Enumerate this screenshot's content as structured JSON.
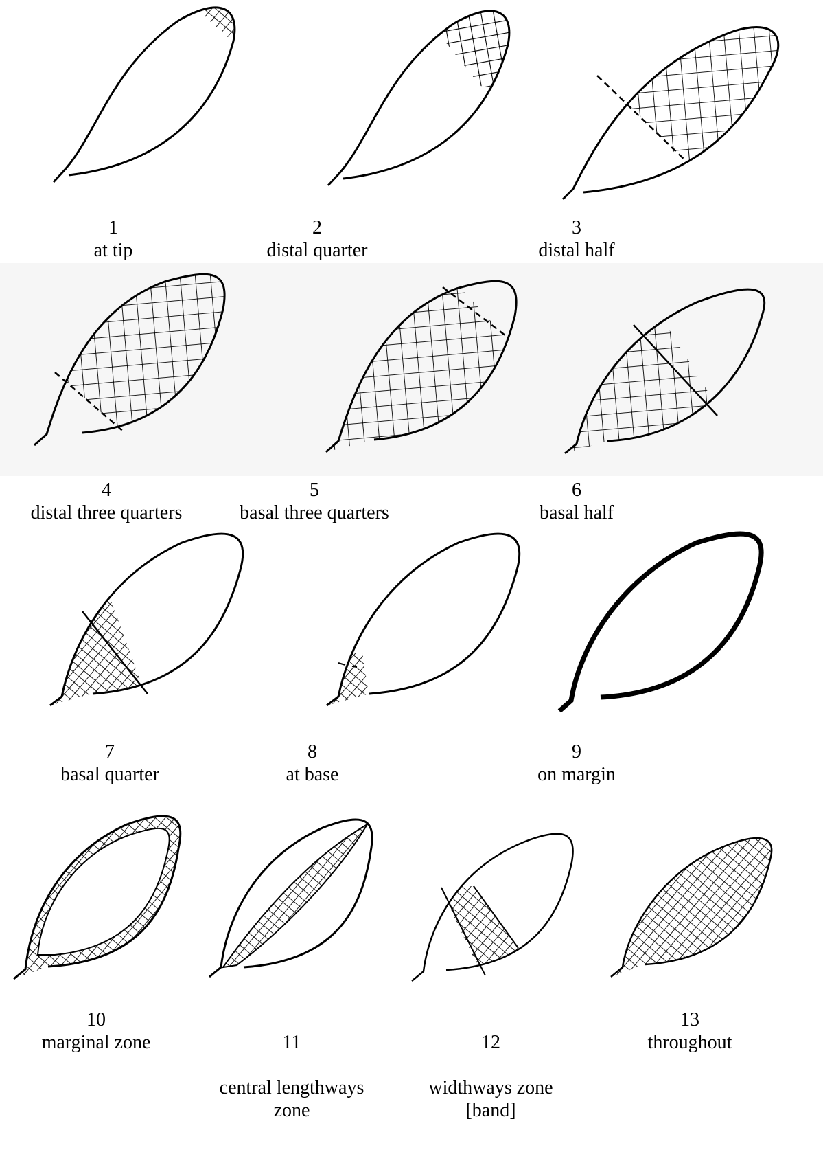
{
  "figure": {
    "leaves": [
      {
        "number": "1",
        "label": "at tip",
        "icon": "leaf-shaded-at-tip-icon"
      },
      {
        "number": "2",
        "label": "distal quarter",
        "icon": "leaf-shaded-distal-quarter-icon"
      },
      {
        "number": "3",
        "label": "distal half",
        "icon": "leaf-shaded-distal-half-icon"
      },
      {
        "number": "4",
        "label": "distal three quarters",
        "icon": "leaf-shaded-distal-three-quarters-icon"
      },
      {
        "number": "5",
        "label": "basal three quarters",
        "icon": "leaf-shaded-basal-three-quarters-icon"
      },
      {
        "number": "6",
        "label": "basal half",
        "icon": "leaf-shaded-basal-half-icon"
      },
      {
        "number": "7",
        "label": "basal quarter",
        "icon": "leaf-shaded-basal-quarter-icon"
      },
      {
        "number": "8",
        "label": "at base",
        "icon": "leaf-shaded-at-base-icon"
      },
      {
        "number": "9",
        "label": "on margin",
        "icon": "leaf-shaded-on-margin-icon"
      },
      {
        "number": "10",
        "label": "marginal zone",
        "icon": "leaf-shaded-marginal-zone-icon"
      },
      {
        "number": "11",
        "label": "central lengthways\nzone",
        "icon": "leaf-shaded-central-lengthways-zone-icon"
      },
      {
        "number": "12",
        "label": "widthways zone\n[band]",
        "icon": "leaf-shaded-widthways-band-icon"
      },
      {
        "number": "13",
        "label": "throughout",
        "icon": "leaf-shaded-throughout-icon"
      }
    ],
    "colors": {
      "ink": "#000000",
      "background": "#ffffff",
      "panel_tint": "#f6f6f6"
    }
  }
}
